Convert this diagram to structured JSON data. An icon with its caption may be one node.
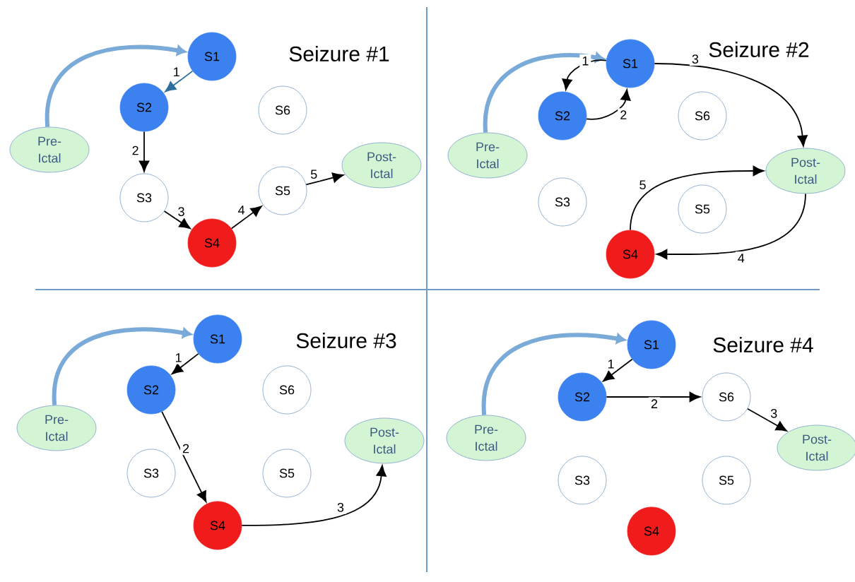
{
  "diagram": {
    "nodes": [
      {
        "text": [
          "Pre- Ictal"
        ]
      },
      {
        "text": [
          "S1"
        ]
      },
      {
        "text": [
          "S2"
        ]
      },
      {
        "text": [
          "S3"
        ]
      },
      {
        "text": [
          "S4"
        ]
      },
      {
        "text": [
          "S5"
        ]
      },
      {
        "text": [
          "S6"
        ]
      },
      {
        "text": [
          "Post- Ictal"
        ]
      },
      {
        "text": [
          "Pre- Ictal"
        ]
      },
      {
        "text": [
          "S1"
        ]
      },
      {
        "text": [
          "S2"
        ]
      },
      {
        "text": [
          "S3"
        ]
      },
      {
        "text": [
          "S4"
        ]
      },
      {
        "text": [
          "S5"
        ]
      },
      {
        "text": [
          "S6"
        ]
      },
      {
        "text": [
          "Post- Ictal"
        ]
      },
      {
        "text": [
          "Pre- Ictal"
        ]
      },
      {
        "text": [
          "S1"
        ]
      },
      {
        "text": [
          "S2"
        ]
      },
      {
        "text": [
          "S3"
        ]
      },
      {
        "text": [
          "S4"
        ]
      },
      {
        "text": [
          "S5"
        ]
      },
      {
        "text": [
          "S6"
        ]
      },
      {
        "text": [
          "Post- Ictal"
        ]
      },
      {
        "text": [
          "Pre- Ictal"
        ]
      },
      {
        "text": [
          "S1"
        ]
      },
      {
        "text": [
          "S2"
        ]
      },
      {
        "text": [
          "S3"
        ]
      },
      {
        "text": [
          "S4"
        ]
      },
      {
        "text": [
          "S5"
        ]
      },
      {
        "text": [
          "S6"
        ]
      },
      {
        "text": [
          "Post- Ictal"
        ]
      }
    ],
    "edges": [
      {
        "from": 0,
        "to": 1,
        "arrow": "to",
        "style": "thick",
        "color": "#7aaad8"
      },
      {
        "from": 1,
        "to": 2,
        "arrow": "to",
        "label": "1",
        "color": "#2e6e9e"
      },
      {
        "from": 2,
        "to": 3,
        "arrow": "to",
        "label": "2"
      },
      {
        "from": 3,
        "to": 4,
        "arrow": "to",
        "label": "3"
      },
      {
        "from": 4,
        "to": 5,
        "arrow": "to",
        "label": "4"
      },
      {
        "from": 5,
        "to": 7,
        "arrow": "to",
        "label": "5"
      },
      {
        "from": 8,
        "to": 9,
        "arrow": "to",
        "style": "thick",
        "color": "#7aaad8"
      },
      {
        "from": 9,
        "to": 10,
        "arrow": "to",
        "label": "1"
      },
      {
        "from": 10,
        "to": 9,
        "arrow": "to",
        "label": "2"
      },
      {
        "from": 9,
        "to": 15,
        "arrow": "to",
        "label": "3"
      },
      {
        "from": 15,
        "to": 12,
        "arrow": "to",
        "label": "4"
      },
      {
        "from": 12,
        "to": 15,
        "arrow": "to",
        "label": "5"
      },
      {
        "from": 16,
        "to": 17,
        "arrow": "to",
        "style": "thick",
        "color": "#7aaad8"
      },
      {
        "from": 17,
        "to": 18,
        "arrow": "to",
        "label": "1"
      },
      {
        "from": 18,
        "to": 20,
        "arrow": "to",
        "label": "2"
      },
      {
        "from": 20,
        "to": 23,
        "arrow": "to",
        "label": "3"
      },
      {
        "from": 24,
        "to": 25,
        "arrow": "to",
        "style": "thick",
        "color": "#7aaad8"
      },
      {
        "from": 25,
        "to": 26,
        "arrow": "to",
        "label": "1"
      },
      {
        "from": 26,
        "to": 30,
        "arrow": "to",
        "label": "2"
      },
      {
        "from": 30,
        "to": 31,
        "arrow": "to",
        "label": "3"
      }
    ],
    "labels": [
      "Seizure #1",
      "Seizure #2",
      "Seizure #3",
      "Seizure #4"
    ]
  }
}
